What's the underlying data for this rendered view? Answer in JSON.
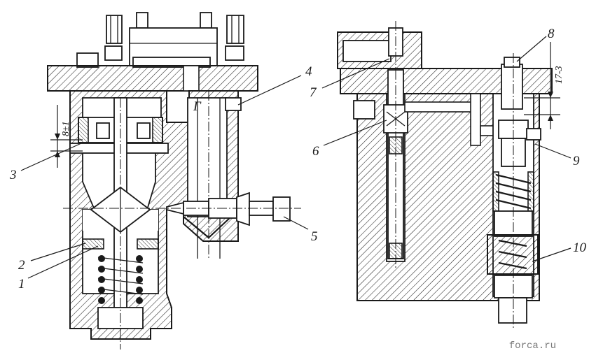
{
  "callouts": [
    {
      "id": "1",
      "text": "1"
    },
    {
      "id": "2",
      "text": "2"
    },
    {
      "id": "3",
      "text": "3"
    },
    {
      "id": "4",
      "text": "4"
    },
    {
      "id": "5",
      "text": "5"
    },
    {
      "id": "6",
      "text": "6"
    },
    {
      "id": "7",
      "text": "7"
    },
    {
      "id": "8",
      "text": "8"
    },
    {
      "id": "9",
      "text": "9"
    },
    {
      "id": "10",
      "text": "10"
    }
  ],
  "dimensions": {
    "left_gap": "8±1",
    "right_gap": "17-3"
  },
  "channel_label": "Г",
  "watermark": "forca.ru"
}
